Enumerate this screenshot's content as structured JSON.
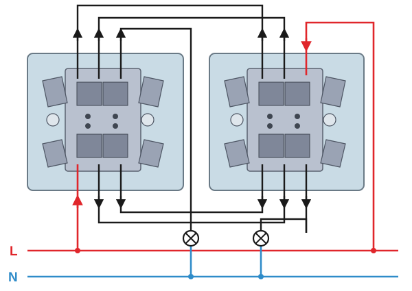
{
  "labels": {
    "live": "L",
    "neutral": "N"
  },
  "colors": {
    "live_wire": "#e0262b",
    "neutral_wire": "#2f8cc9",
    "control_wire": "#1a1a1a",
    "switch_plate": "#c9dbe5",
    "switch_outline": "#6a7a86",
    "switch_body": "#9aa3b4",
    "terminal": "#7f8799"
  },
  "components": {
    "switches": [
      "double-switch-left",
      "double-switch-right"
    ],
    "lamps": [
      "lamp-left",
      "lamp-right"
    ]
  }
}
